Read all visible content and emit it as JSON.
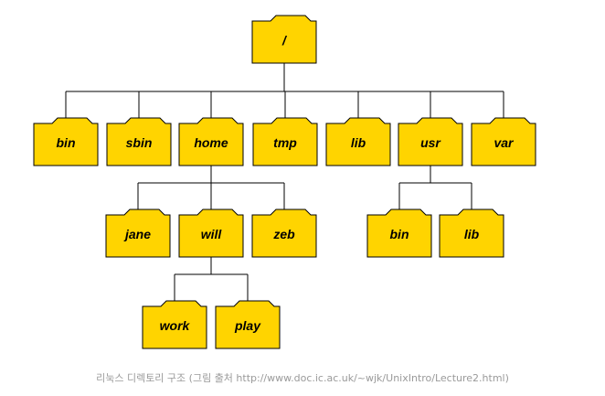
{
  "diagram": {
    "folder_color": "#FFD400",
    "line_color": "#000000",
    "nodes": [
      {
        "id": "root",
        "label": "/",
        "parent": null
      },
      {
        "id": "bin",
        "label": "bin",
        "parent": "root"
      },
      {
        "id": "sbin",
        "label": "sbin",
        "parent": "root"
      },
      {
        "id": "home",
        "label": "home",
        "parent": "root"
      },
      {
        "id": "tmp",
        "label": "tmp",
        "parent": "root"
      },
      {
        "id": "lib",
        "label": "lib",
        "parent": "root"
      },
      {
        "id": "usr",
        "label": "usr",
        "parent": "root"
      },
      {
        "id": "var",
        "label": "var",
        "parent": "root"
      },
      {
        "id": "jane",
        "label": "jane",
        "parent": "home"
      },
      {
        "id": "will",
        "label": "will",
        "parent": "home"
      },
      {
        "id": "zeb",
        "label": "zeb",
        "parent": "home"
      },
      {
        "id": "usr-bin",
        "label": "bin",
        "parent": "usr"
      },
      {
        "id": "usr-lib",
        "label": "lib",
        "parent": "usr"
      },
      {
        "id": "work",
        "label": "work",
        "parent": "will"
      },
      {
        "id": "play",
        "label": "play",
        "parent": "will"
      }
    ]
  },
  "caption": "리눅스 디렉토리 구조 (그림 출처 http://www.doc.ic.ac.uk/~wjk/UnixIntro/Lecture2.html)"
}
